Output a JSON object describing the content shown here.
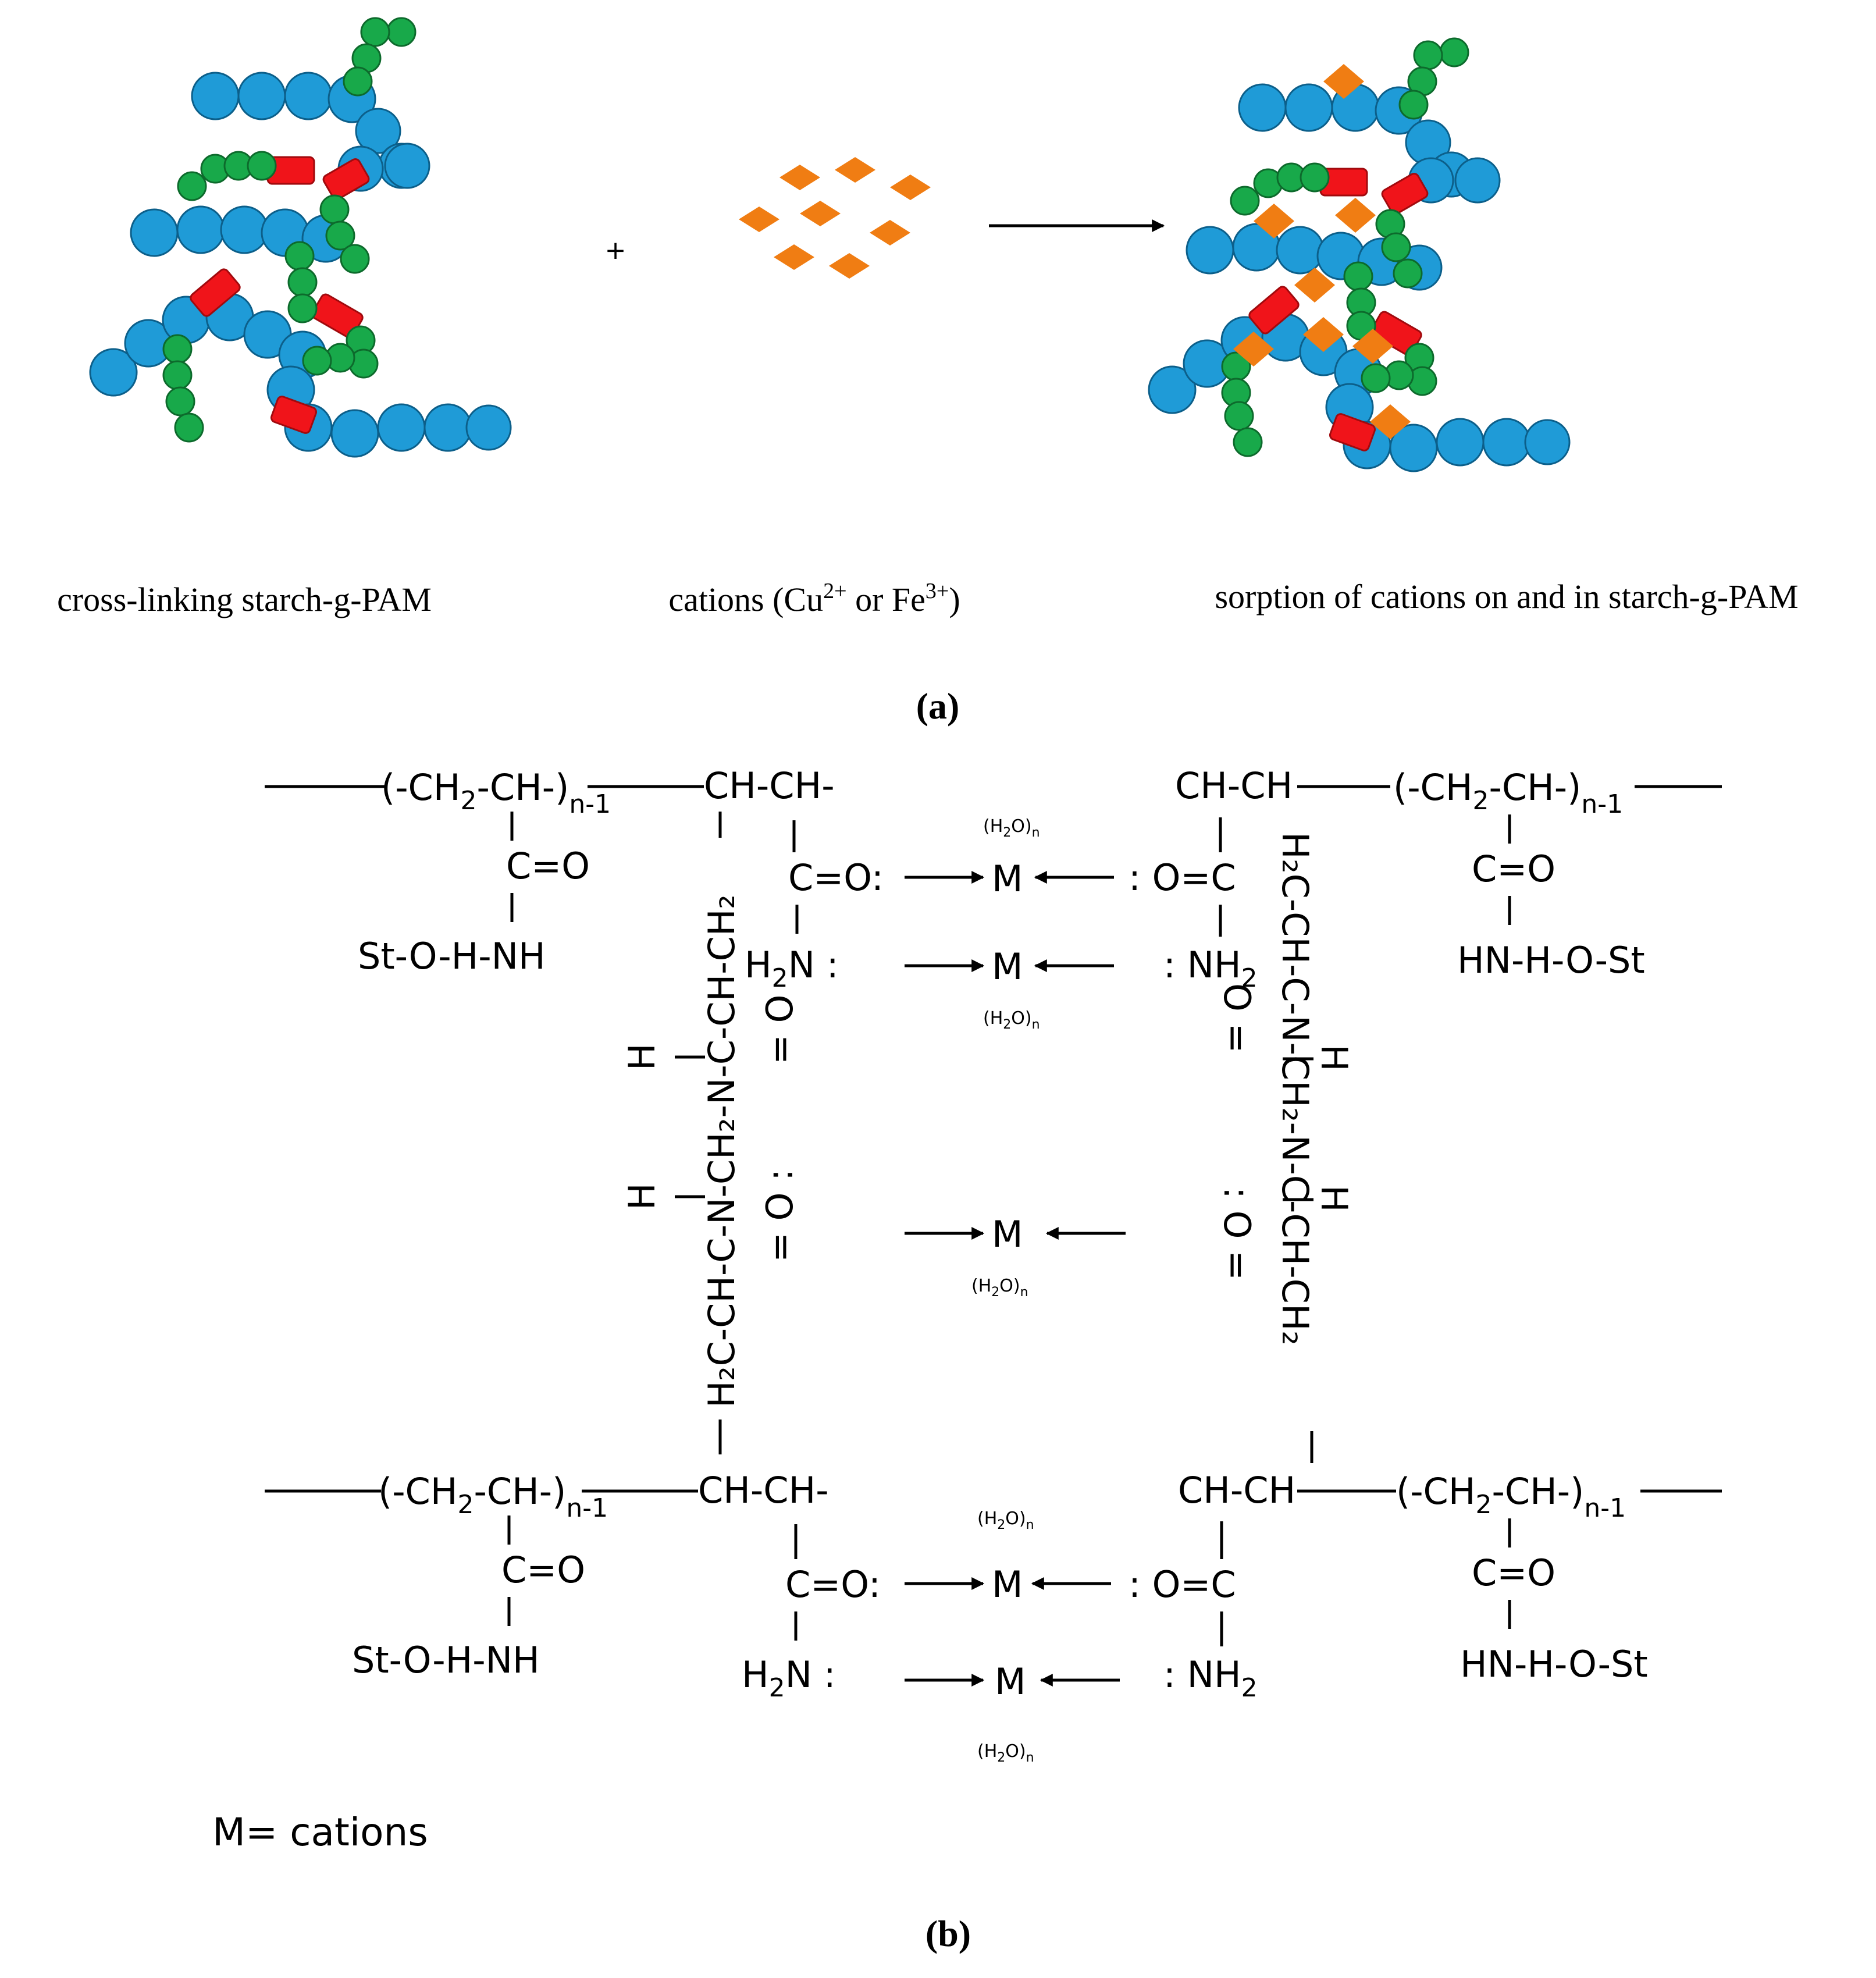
{
  "panel_a": {
    "plus": "+",
    "label_left": "cross-linking starch-g-PAM",
    "label_mid_prefix": "cations (Cu",
    "label_mid_cu_charge": "2+",
    "label_mid_or": " or Fe",
    "label_mid_fe_charge": "3+",
    "label_mid_suffix": ")",
    "label_right": "sorption of cations on and in starch-g-PAM",
    "caption": "(a)"
  },
  "panel_b": {
    "upper_left_chain_a": "(-CH",
    "upper_left_chain_b": "-CH-)",
    "n_minus_1": "n-1",
    "ch_ch_left": "CH-CH-",
    "ch_ch_right": "CH-CH",
    "right_chain_a": "(-CH",
    "right_chain_b": "-CH-)",
    "c_eq_o": "C=O",
    "st_o_h_nh": "St-O-H-NH",
    "hn_h_o_st": "HN-H-O-St",
    "c_eq_o_colon": "C=O:",
    "colon_o_eq_c": ": O=C",
    "h2n_colon_a": "H",
    "h2n_colon_b": "N :",
    "colon_nh2_a": ":  NH",
    "metal": "M",
    "water_a": "(H",
    "water_b": "O)",
    "water_n": "n",
    "sub_2": "2",
    "left_crosslink_top": "H₂C-CH-C-N-CH₂-N-C-CH-CH₂",
    "right_crosslink_top": "H₂C-CH-C-N-CH₂-N-C-CH-CH₂",
    "eq_o": "= O",
    "o_eq": "O =",
    "eq_o_colon": "= O :",
    "colon_o_eq": ": O =",
    "h_label": "H",
    "legend": "M= cations",
    "caption": "(b)"
  }
}
